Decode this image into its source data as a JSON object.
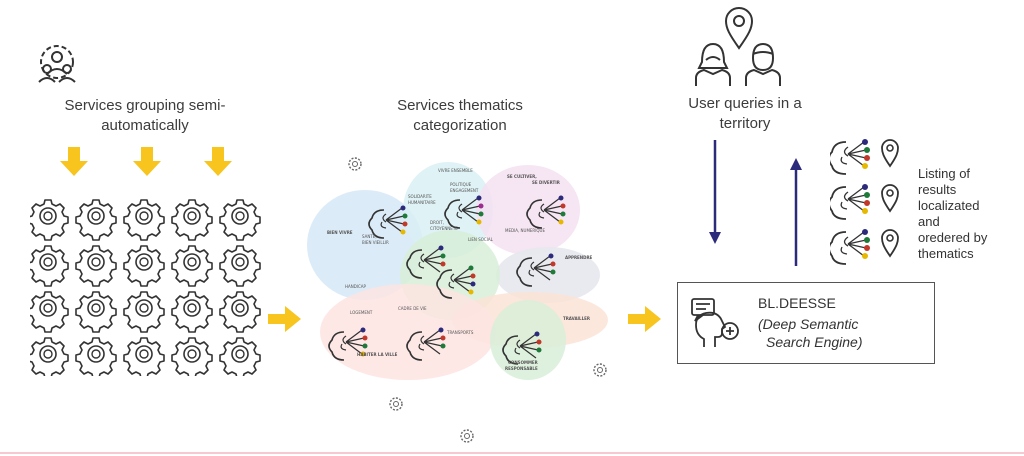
{
  "grouping": {
    "title": "Services grouping semi-automatically",
    "title_line1": "Services grouping semi-",
    "title_line2": "automatically"
  },
  "thematics": {
    "title_line1": "Services thematics",
    "title_line2": "categorization"
  },
  "queries": {
    "title_line1": "User queries in a",
    "title_line2": "territory"
  },
  "search_engine": {
    "name": "BL.DEESSE",
    "subtitle_line1": "(Deep Semantic",
    "subtitle_line2": "Search Engine)"
  },
  "listing": {
    "lines": [
      "Listing of",
      "results",
      "localizated",
      "and",
      "oredered by",
      "thematics"
    ]
  },
  "cluster_labels": {
    "vivre_ensemble": "VIVRE ENSEMBLE",
    "se_cultiver": "SE CULTIVER,",
    "se_divertir": "SE DIVERTIR",
    "bien_vivre": "BIEN VIVRE",
    "apprendre": "APPRENDRE",
    "travailler": "TRAVAILLER",
    "habiter": "HABITER LA VILLE",
    "consommer": "CONSOMMER",
    "responsable": "RESPONSABLE",
    "solidarite": "SOLIDARITE",
    "humanitaire": "HUMANITAIRE",
    "politique": "POLITIQUE",
    "engagement": "ENGAGEMENT",
    "droit": "DROIT,",
    "citoyennete": "CITOYENNETE",
    "sante": "SANTE,",
    "bien_vieillir": "BIEN VIEILLIR",
    "lien_social": "LIEN SOCIAL",
    "media": "MEDIA, NUMERIQUE",
    "handicap": "HANDICAP",
    "logement": "LOGEMENT",
    "cadre_de_vie": "CADRE DE VIE",
    "transports": "TRANSPORTS"
  },
  "colors": {
    "arrow_yellow": "#f7c51d",
    "arrow_navy": "#2b2a7b",
    "icon_dark": "#333333"
  }
}
